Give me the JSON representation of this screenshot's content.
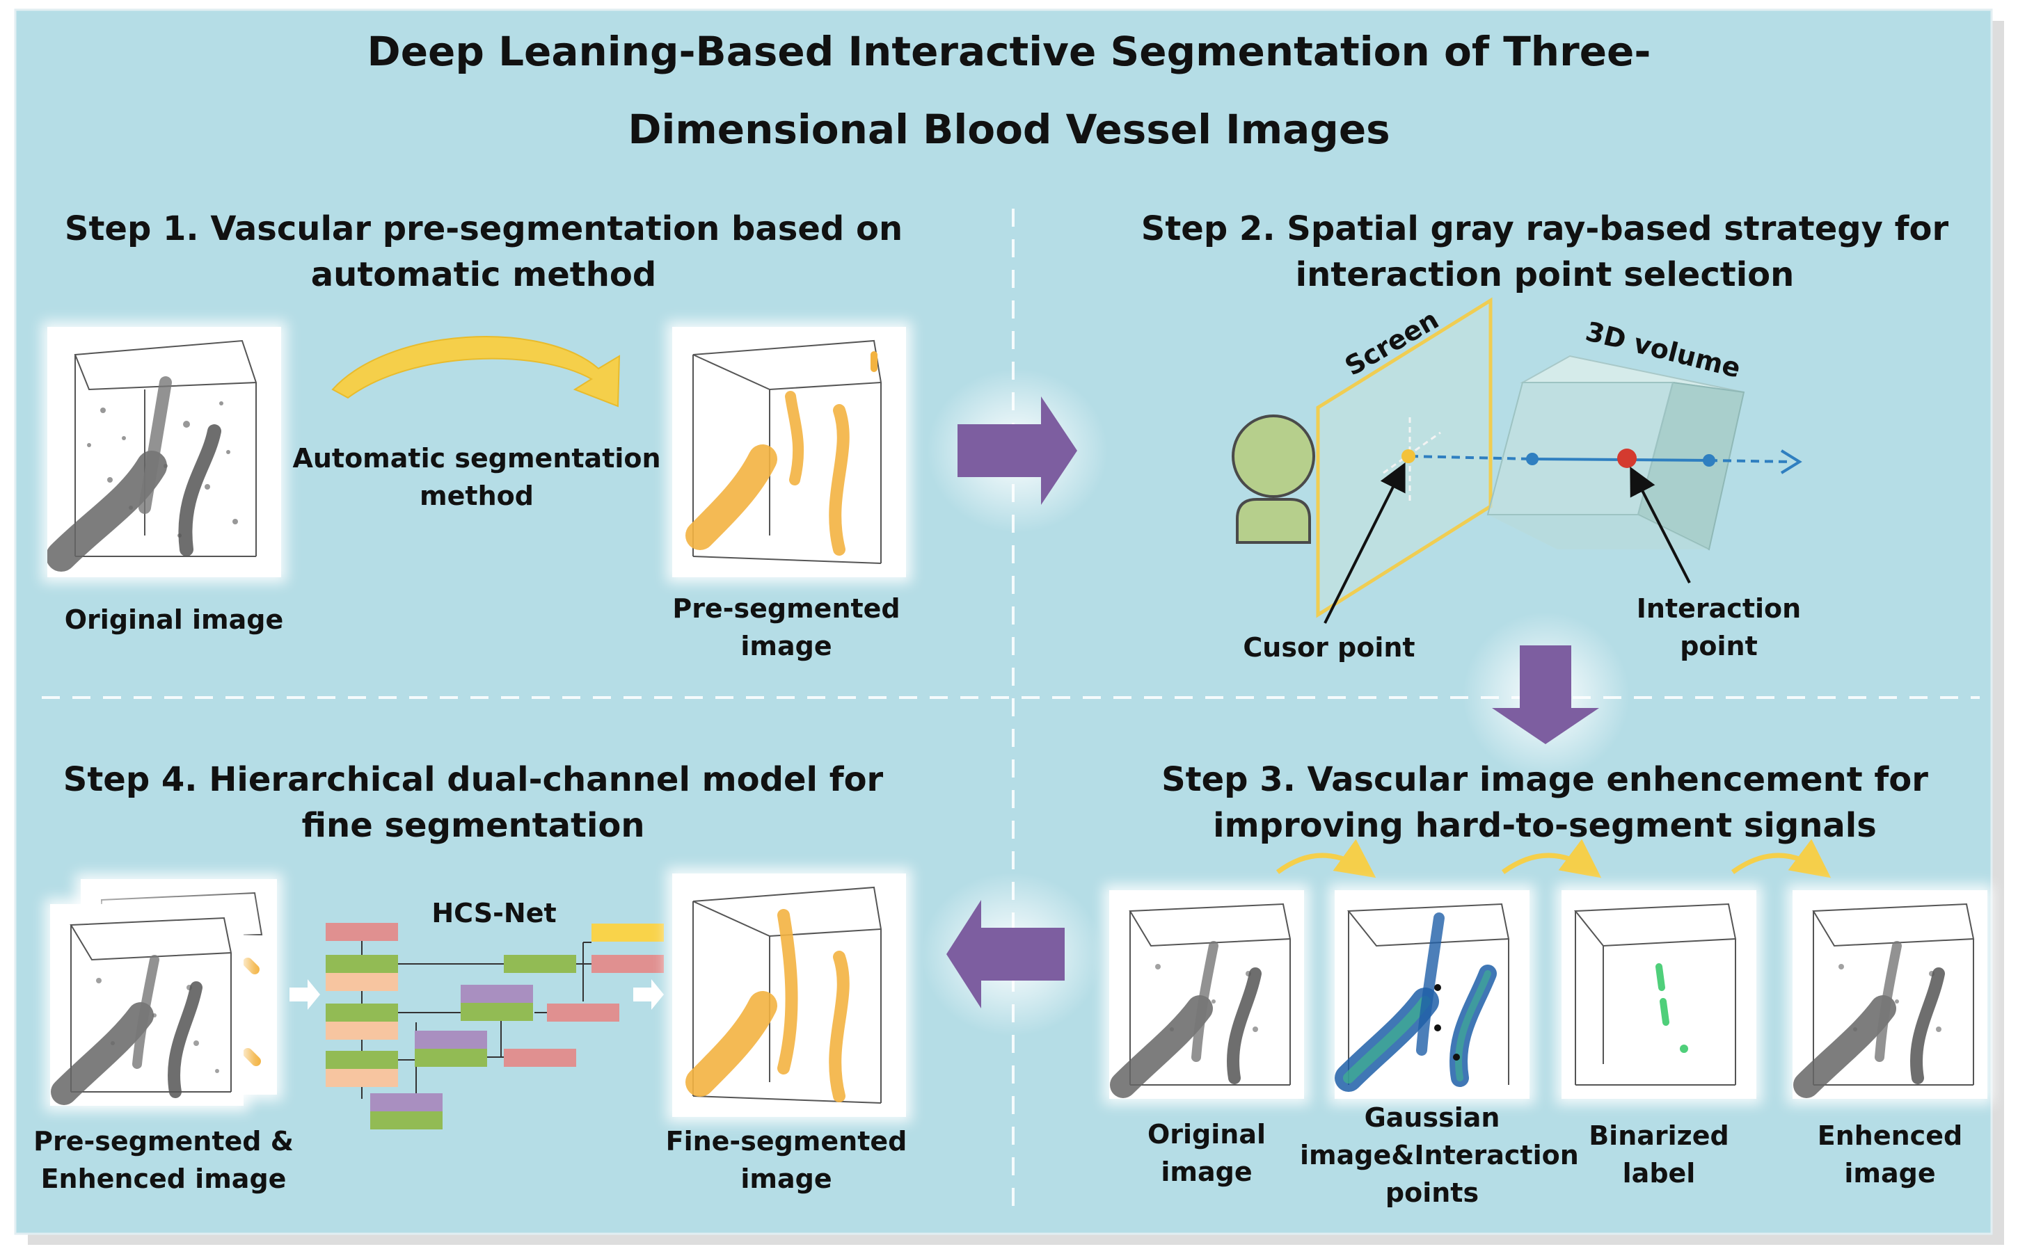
{
  "title": {
    "line1": "Deep Leaning-Based Interactive Segmentation of Three-",
    "line2": "Dimensional Blood Vessel Images"
  },
  "step1": {
    "heading_line1": "Step 1. Vascular pre-segmentation based on",
    "heading_line2": "automatic method",
    "arrow_label_line1": "Automatic segmentation",
    "arrow_label_line2": "method",
    "original_label": "Original image",
    "presegmented_label_line1": "Pre-segmented",
    "presegmented_label_line2": "image"
  },
  "step2": {
    "heading_line1": "Step 2. Spatial gray ray-based strategy for",
    "heading_line2": "interaction point selection",
    "screen_label": "Screen",
    "volume_label": "3D volume",
    "cursor_label": "Cusor point",
    "interaction_label": "Interaction point"
  },
  "step3": {
    "heading_line1": "Step 3. Vascular image enhencement for",
    "heading_line2": "improving hard-to-segment signals",
    "images": [
      {
        "line1": "Original",
        "line2": "image",
        "line3": ""
      },
      {
        "line1": "Gaussian",
        "line2": "image&Interaction",
        "line3": "points"
      },
      {
        "line1": "Binarized",
        "line2": "label",
        "line3": ""
      },
      {
        "line1": "Enhenced",
        "line2": "image",
        "line3": ""
      }
    ]
  },
  "step4": {
    "heading_line1": "Step 4. Hierarchical dual-channel model for",
    "heading_line2": "fine segmentation",
    "net_label": "HCS-Net",
    "input_label_line1": "Pre-segmented &",
    "input_label_line2": "Enhenced image",
    "output_label_line1": "Fine-segmented",
    "output_label_line2": "image"
  },
  "colors": {
    "panel_bg": "#b5dde6",
    "flow_arrow": "#7d5ea0",
    "curve_arrow": "#f5cf4a",
    "vessel_orange": "#f3b341",
    "vessel_gray": "#555555",
    "ray_blue": "#2f7fc0",
    "interaction_red": "#d43a2f",
    "block_red": "#e09090",
    "block_green": "#92bb54",
    "block_purple": "#a98fc0",
    "block_peach": "#f7c5a0",
    "block_yellow": "#f9d34a"
  }
}
